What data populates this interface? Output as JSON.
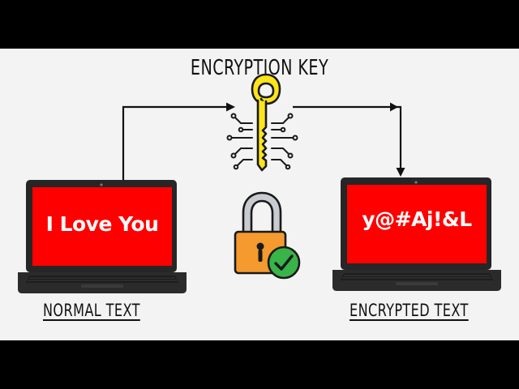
{
  "diagram": {
    "key_label": "ENCRYPTION KEY",
    "left_laptop": {
      "screen_text": "I Love You",
      "caption": "NORMAL TEXT"
    },
    "right_laptop": {
      "screen_text": "y@#Aj!&L",
      "caption": "ENCRYPTED TEXT"
    }
  },
  "colors": {
    "screen_red": "#fe0000",
    "laptop_body": "#2b2b2b",
    "key_yellow": "#fde41b",
    "lock_orange": "#f49a2e",
    "check_green": "#38b449",
    "background": "#f3f3f3"
  },
  "icons": {
    "key": "key-icon",
    "lock": "padlock-icon",
    "check": "checkmark-icon"
  }
}
